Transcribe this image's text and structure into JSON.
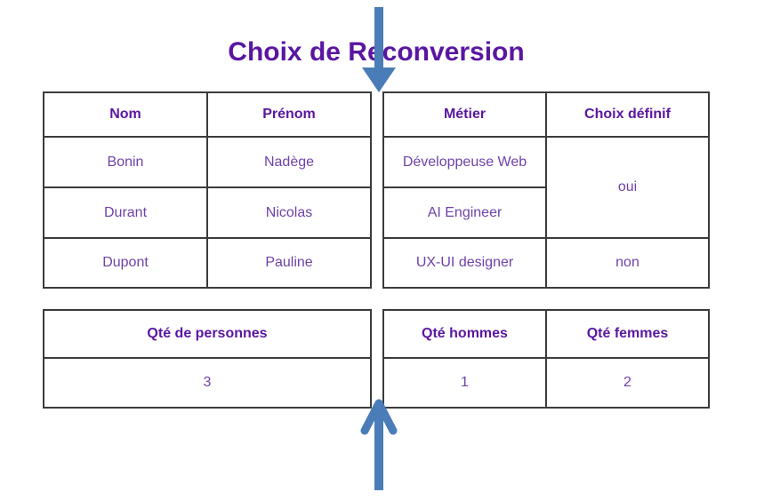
{
  "title": "Choix de Reconversion",
  "colors": {
    "title": "#5a16a1",
    "header_text": "#5a16a1",
    "cell_text": "#6f42a8",
    "table_border": "#3b3b3b",
    "arrow_blue": "#4a7cb8"
  },
  "icons": {
    "top": "arrow-down-icon",
    "bottom": "arrow-up-icon"
  },
  "people_table": {
    "headers": {
      "nom": "Nom",
      "prenom": "Prénom"
    },
    "rows": [
      {
        "nom": "Bonin",
        "prenom": "Nadège"
      },
      {
        "nom": "Durant",
        "prenom": "Nicolas"
      },
      {
        "nom": "Dupont",
        "prenom": "Pauline"
      }
    ]
  },
  "jobs_table": {
    "headers": {
      "metier": "Métier",
      "choix": "Choix définif"
    },
    "rows": [
      {
        "metier": "Développeuse Web"
      },
      {
        "metier": "AI Engineer"
      },
      {
        "metier": "UX-UI designer"
      }
    ],
    "choix_merged": "oui",
    "choix_last": "non"
  },
  "total_table": {
    "header": "Qté de personnes",
    "value": "3"
  },
  "gender_table": {
    "headers": {
      "hommes": "Qté hommes",
      "femmes": "Qté femmes"
    },
    "values": {
      "hommes": "1",
      "femmes": "2"
    }
  }
}
